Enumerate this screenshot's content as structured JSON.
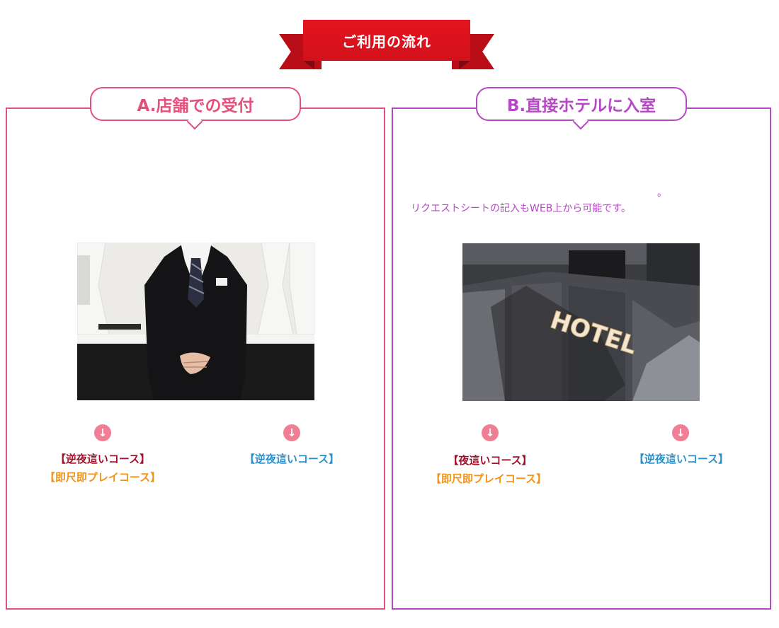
{
  "banner": {
    "title": "ご利用の流れ"
  },
  "panel_a": {
    "heading": "A.店舗での受付",
    "photo_alt": "受付スタッフ",
    "left_arrow": "↓",
    "left_course_1": "【逆夜這いコース】",
    "left_course_2": "【即尺即プレイコース】",
    "right_arrow": "↓",
    "right_course_1": "【逆夜這いコース】"
  },
  "panel_b": {
    "heading": "B.直接ホテルに入室",
    "description_line1": "。",
    "description_line2": "リクエストシートの記入もWEB上から可能です。",
    "photo_sign": "HOTEL",
    "left_arrow": "↓",
    "left_course_1": "【夜這いコース】",
    "left_course_2": "【即尺即プレイコース】",
    "right_arrow": "↓",
    "right_course_1": "【逆夜這いコース】"
  },
  "colors": {
    "banner_red": "#d2111b",
    "panel_a_pink": "#e2507c",
    "panel_b_purple": "#b548c4",
    "arrow_pink": "#f07e95",
    "course_red": "#a2132d",
    "course_orange": "#f39418",
    "course_blue": "#2a90cc"
  }
}
